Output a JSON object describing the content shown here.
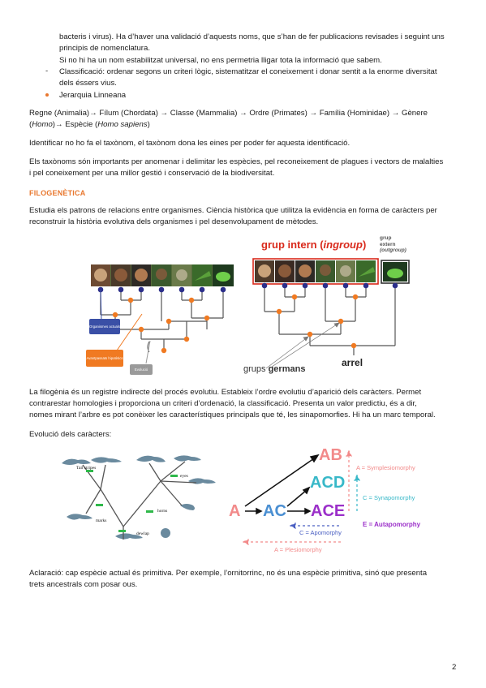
{
  "nomenclature": {
    "line1": "bacteris i virus). Ha d’haver una validació d’aquests noms, que s’han de fer publicacions revisades i seguint uns",
    "line2": "principis de nomenclatura.",
    "line3": "Si no hi ha un nom estabilitzat universal, no ens permetria lligar tota la informació que sabem."
  },
  "classification": {
    "bullet": "-",
    "line1": "Classificació: ordenar segons un criteri lògic, sistematitzar el coneixement i donar sentit a la enorme diversitat",
    "line2": "dels éssers vius."
  },
  "hierarchy_bullet": "Jerarquia Linneana",
  "linnean": {
    "line1": "Regne (Animalia)→ Fílum (Chordata) → Classe (Mammalia) → Ordre (Primates) → Família (Hominidae) → Gènere",
    "line2_a": "(",
    "line2_genus": "Homo",
    "line2_b": ")→ Espècie (",
    "line2_species": "Homo sapiens",
    "line2_c": ")"
  },
  "identify": "Identificar no ho fa el taxònom, el taxònom dona les eines per poder fer aquesta identificació.",
  "importance": {
    "line1": "Els taxònoms són importants per anomenar i delimitar les espècies, pel reconeixement de plagues i vectors de malalties",
    "line2": "i pel coneixement per una millor gestió i conservació de la biodiversitat."
  },
  "section_heading": "FILOGENÈTICA",
  "phylo_intro": {
    "line1": "Estudia els patrons de relacions entre organismes. Ciència històrica que utilitza la evidència en forma de caràcters per",
    "line2": "reconstruir la història evolutiva dels organismes i pel desenvolupament de mètodes."
  },
  "figure1": {
    "box_current": "Organismes actuals",
    "box_ancestors": "Avantpassats hipotètics",
    "box_evolution": "Evolució"
  },
  "figure2": {
    "title_part1": "grup intern (",
    "title_part2": "ingroup",
    "title_part3": ")",
    "outgroup_line1": "grup",
    "outgroup_line2": "extern",
    "outgroup_line3": "(outgroup)",
    "sisters_part1": "grups ",
    "sisters_part2": "germans",
    "root": "arrel"
  },
  "phylo_text": {
    "line1": "La filogènia és un registre indirecte del procés evolutiu. Estableix l’ordre evolutiu d’aparició dels caràcters. Permet",
    "line2": "contrarestar homologies i proporciona un criteri d’ordenació, la classificació. Presenta un valor predictiu, és a dir,",
    "line3": "nomes mirant l’arbre es pot conèixer les característiques principals que té, les sinapomorfies. Hi ha un marc temporal."
  },
  "char_evolution_label": "Evolució dels caràcters:",
  "figure3": {
    "tail_stripes": "Tail stripes",
    "eyes": "eyes",
    "horns": "horns",
    "marks": "marks",
    "dewlap": "dewlap"
  },
  "figure4": {
    "AB": "AB",
    "ACD": "ACD",
    "A": "A",
    "AC": "AC",
    "ACE": "ACE",
    "symplesiomorphy": "A = Symplesiomorphy",
    "synapomorphy": "C = Synapomorphy",
    "autapomorphy": "E = Autapomorphy",
    "apomorphy": "C = Apomorphy",
    "plesiomorphy": "A = Plesiomorphy"
  },
  "clarification": {
    "line1": "Aclaració: cap espècie actual és primitiva. Per exemple, l’ornitorrinc, no és una espècie primitiva, sinó que presenta",
    "line2": "trets ancestrals com posar ous."
  },
  "page_number": "2",
  "colors": {
    "accent_orange": "#e8772e",
    "node_blue": "#2c2f8a",
    "box_blue": "#3a4fa6",
    "box_orange": "#f07a22",
    "box_gray": "#9a9a9a",
    "title_red": "#d92a1c",
    "green_char": "#2fb84a",
    "pink": "#f28a8a",
    "cyan": "#38b8c8",
    "blue_char": "#4a5fc2",
    "purple": "#9b2fc9"
  }
}
